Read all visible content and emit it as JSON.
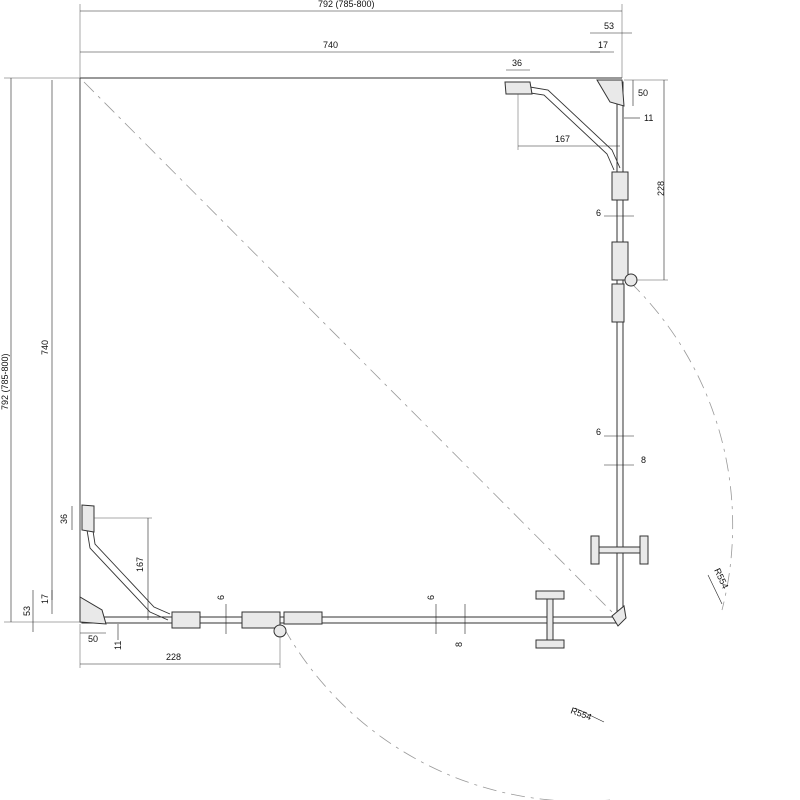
{
  "dimensions": {
    "top_overall": "792 (785-800)",
    "top_inner": "740",
    "top_right_53": "53",
    "top_right_17": "17",
    "top_bracket_36": "36",
    "right_bracket_50": "50",
    "right_bracket_11": "11",
    "top_arm_167": "167",
    "right_228": "228",
    "right_glass_6_upper": "6",
    "right_glass_6_lower": "6",
    "right_glass_8": "8",
    "radius_right": "R554",
    "left_overall": "792 (785-800)",
    "left_inner": "740",
    "left_bracket_36": "36",
    "left_arm_167": "167",
    "left_53": "53",
    "left_17": "17",
    "bottom_bracket_50": "50",
    "bottom_bracket_11": "11",
    "bottom_228": "228",
    "bottom_glass_6_left": "6",
    "bottom_glass_6_right": "6",
    "bottom_glass_8": "8",
    "radius_bottom": "R554"
  }
}
